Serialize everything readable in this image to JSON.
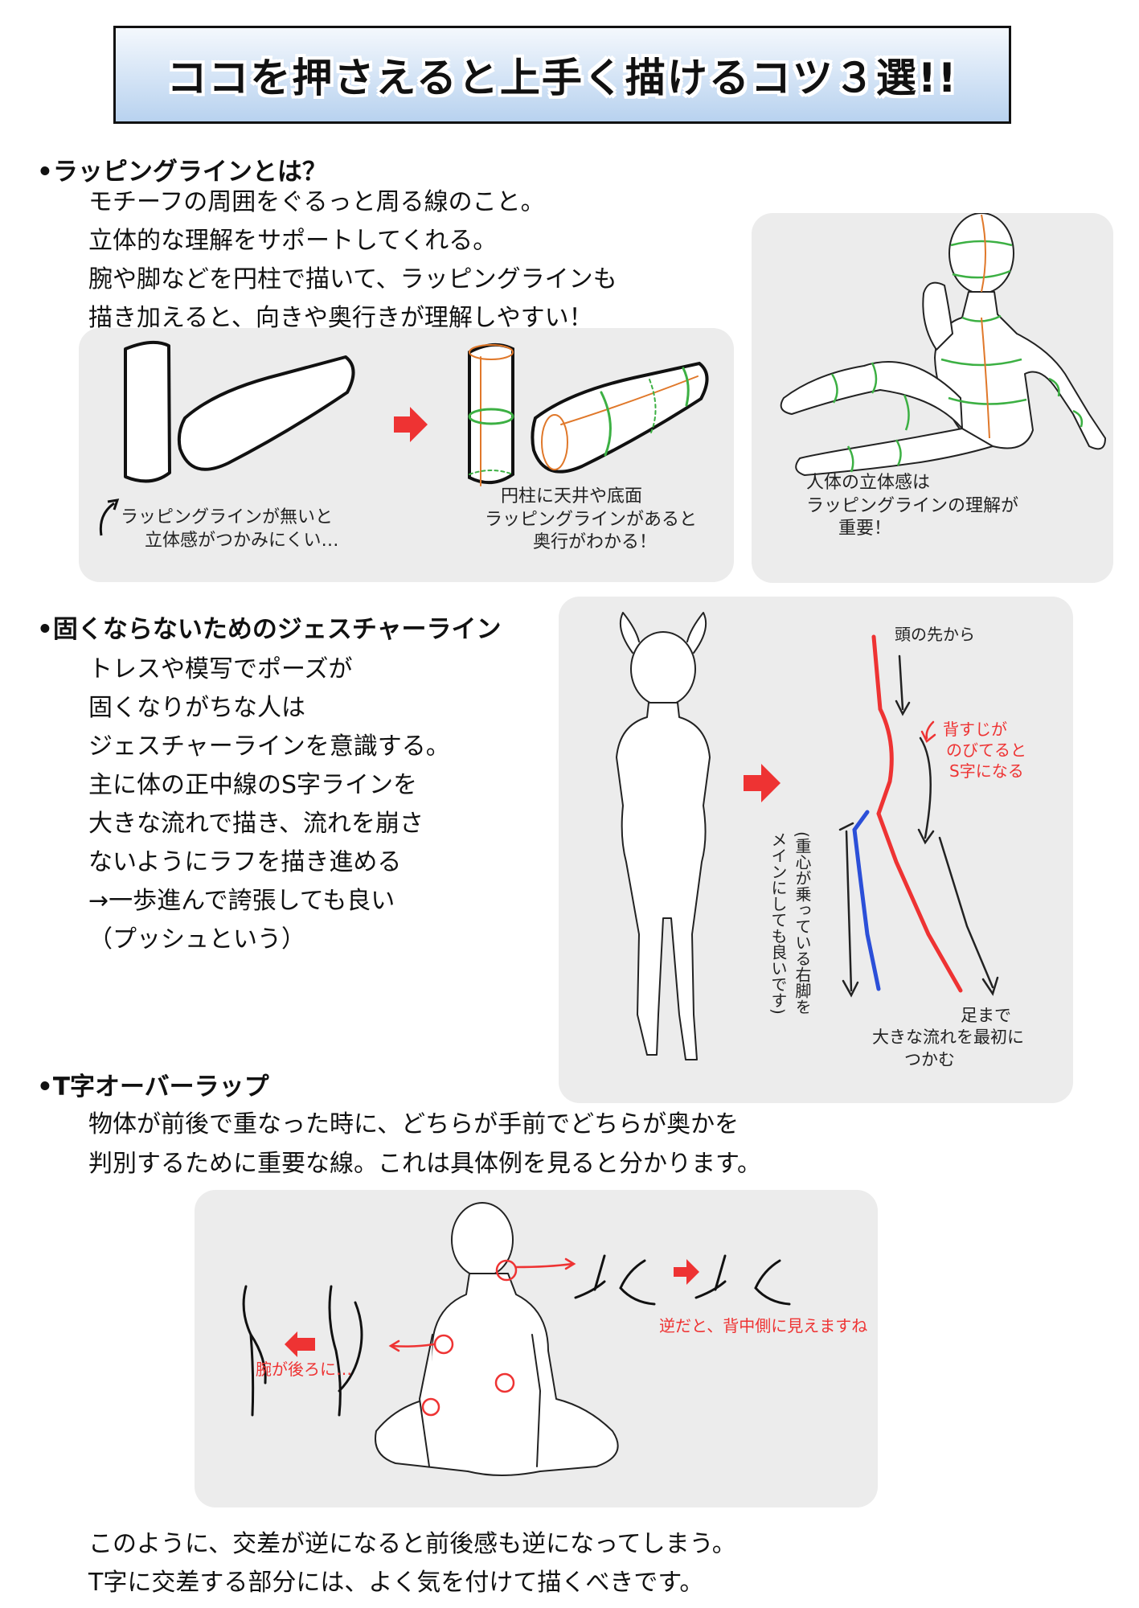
{
  "title": "ココを押さえると上手く描けるコツ３選!!",
  "section1": {
    "heading": "•ラッピングラインとは？",
    "lines": [
      "モチーフの周囲をぐるっと周る線のこと。",
      "立体的な理解をサポートしてくれる。",
      "腕や脚などを円柱で描いて、ラッピングラインも",
      "描き加えると、向きや奥行きが理解しやすい！"
    ],
    "note_left": [
      "ラッピングラインが無いと",
      "立体感がつかみにくい…"
    ],
    "note_right": [
      "円柱に天井や底面",
      "ラッピングラインがあると",
      "奥行がわかる！"
    ],
    "note_figure": [
      "人体の立体感は",
      "ラッピングラインの理解が",
      "重要！"
    ]
  },
  "section2": {
    "heading": "•固くならないためのジェスチャーライン",
    "lines": [
      "トレスや模写でポーズが",
      "固くなりがちな人は",
      "ジェスチャーラインを意識する。",
      "主に体の正中線のS字ラインを",
      "大きな流れで描き、流れを崩さ",
      "ないようにラフを描き進める",
      "→一歩進んで誇張しても良い",
      "（プッシュという）"
    ],
    "note_head": "頭の先から",
    "note_back": [
      "背すじが",
      "のびてると",
      "S字になる"
    ],
    "note_leg": [
      "(重心が乗っている右脚を",
      "メインにしても良いです)"
    ],
    "note_foot": [
      "足まで",
      "大きな流れを最初に",
      "つかむ"
    ]
  },
  "section3": {
    "heading": "•T字オーバーラップ",
    "lines": [
      "物体が前後で重なった時に、どちらが手前でどちらが奥かを",
      "判別するために重要な線。これは具体例を見ると分かります。"
    ],
    "note_arm": "腕が後ろに…",
    "note_reverse": "逆だと、背中側に見えますね",
    "footer_lines": [
      "このように、交差が逆になると前後感も逆になってしまう。",
      "T字に交差する部分には、よく気を付けて描くべきです。"
    ]
  },
  "colors": {
    "accent_red": "#ee3333",
    "wrap_green": "#3cb043",
    "wrap_orange": "#e0782a",
    "line_blue": "#2b4fd8",
    "panel_bg": "#ececec",
    "title_gradient_top": "#f4f8fd",
    "title_gradient_bottom": "#b8d2ef"
  }
}
